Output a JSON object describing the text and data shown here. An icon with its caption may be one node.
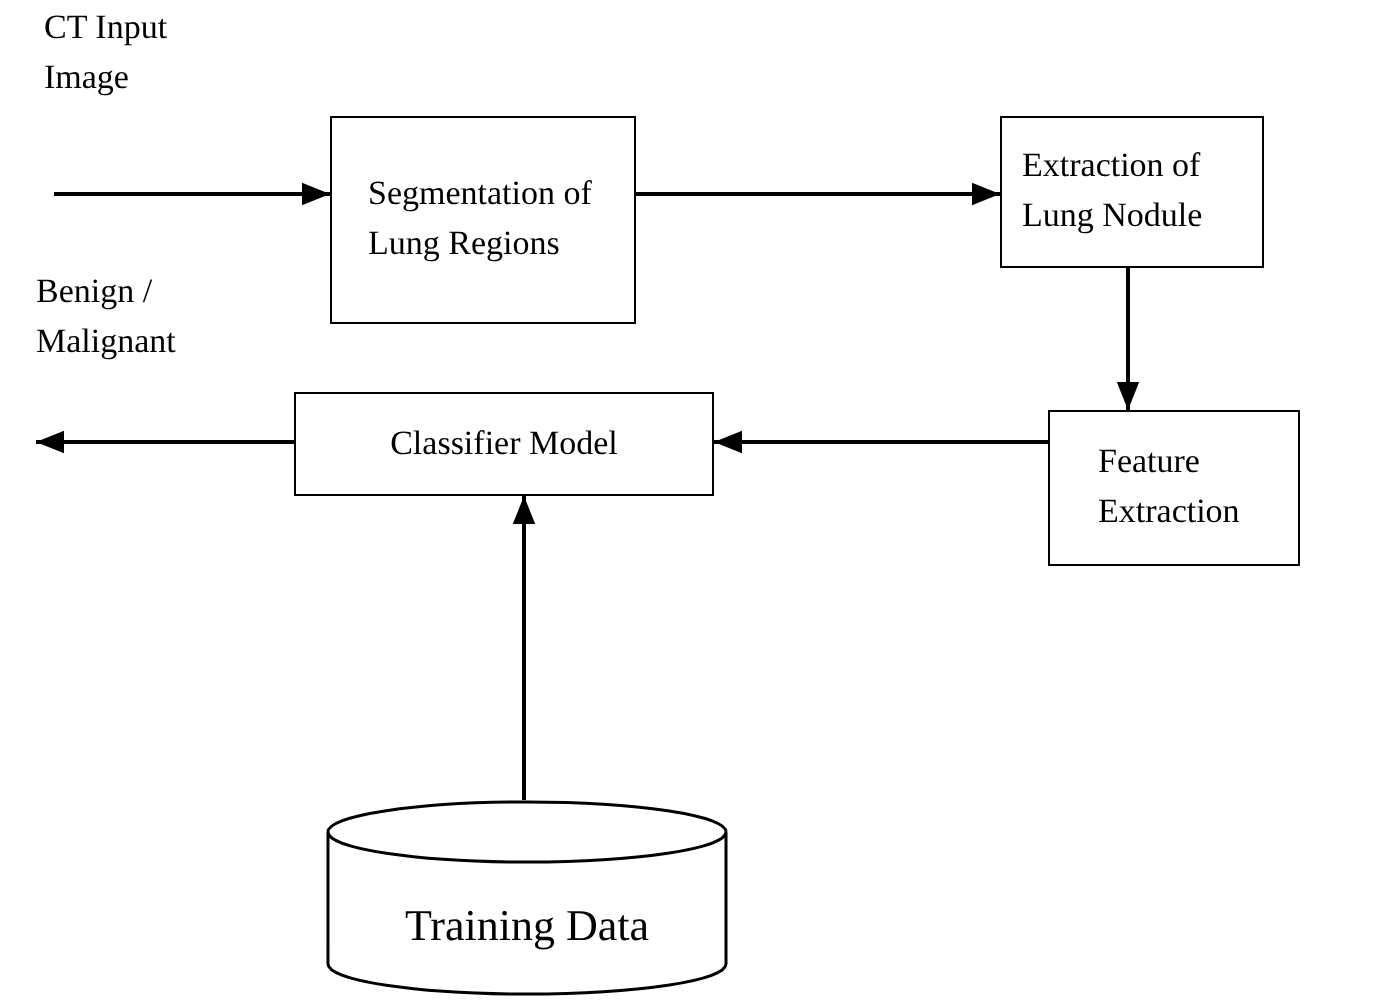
{
  "diagram": {
    "nodes": [
      {
        "text": [
          "Segmentation of Lung Regions"
        ]
      },
      {
        "text": [
          "Extraction of Lung Nodule"
        ]
      },
      {
        "text": [
          "Feature Extraction"
        ]
      },
      {
        "text": [
          "Classifier Model"
        ]
      },
      {
        "text": [
          "Training Data"
        ]
      }
    ],
    "edges": [
      {
        "from": null,
        "to": 0,
        "arrow": "to"
      },
      {
        "from": 0,
        "to": 1,
        "arrow": "to"
      },
      {
        "from": 1,
        "to": 2,
        "arrow": "to"
      },
      {
        "from": 2,
        "to": 3,
        "arrow": "to"
      },
      {
        "from": 3,
        "to": null,
        "arrow": "to"
      },
      {
        "from": 4,
        "to": 3,
        "arrow": "to"
      }
    ],
    "labels": [
      "CT Input Image",
      "Benign / Malignant"
    ]
  }
}
